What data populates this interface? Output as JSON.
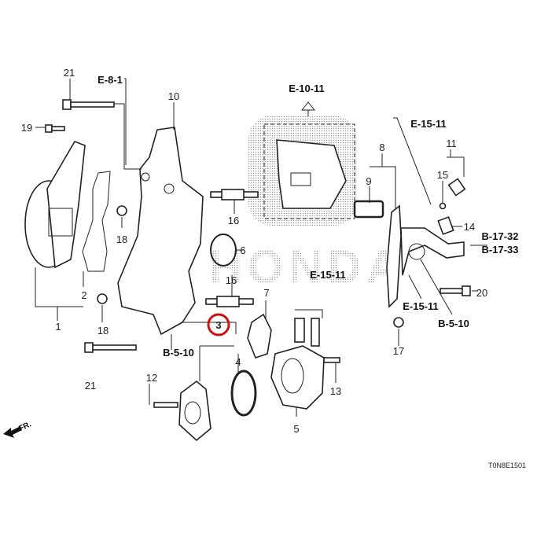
{
  "diagram": {
    "watermark": "HONDA",
    "diagram_code": "T0N8E1501",
    "front_indicator": "FR.",
    "highlight_color": "#cc1111",
    "highlighted_part": "3",
    "part_numbers": {
      "p21a": "21",
      "p21b": "21",
      "p19": "19",
      "p10": "10",
      "p18a": "18",
      "p18b": "18",
      "p2": "2",
      "p1": "1",
      "p16a": "16",
      "p6": "6",
      "p16b": "16",
      "p7": "7",
      "p3": "3",
      "p4": "4",
      "p12": "12",
      "p5": "5",
      "p13": "13",
      "p8": "8",
      "p9": "9",
      "p11": "11",
      "p15": "15",
      "p14": "14",
      "p20": "20",
      "p17": "17"
    },
    "references": {
      "e81": "E-8-1",
      "e1011": "E-10-11",
      "e1511a": "E-15-11",
      "e1511b": "E-15-11",
      "e1511c": "E-15-11",
      "b510a": "B-5-10",
      "b510b": "B-5-10",
      "b1732": "B-17-32",
      "b1733": "B-17-33"
    }
  }
}
